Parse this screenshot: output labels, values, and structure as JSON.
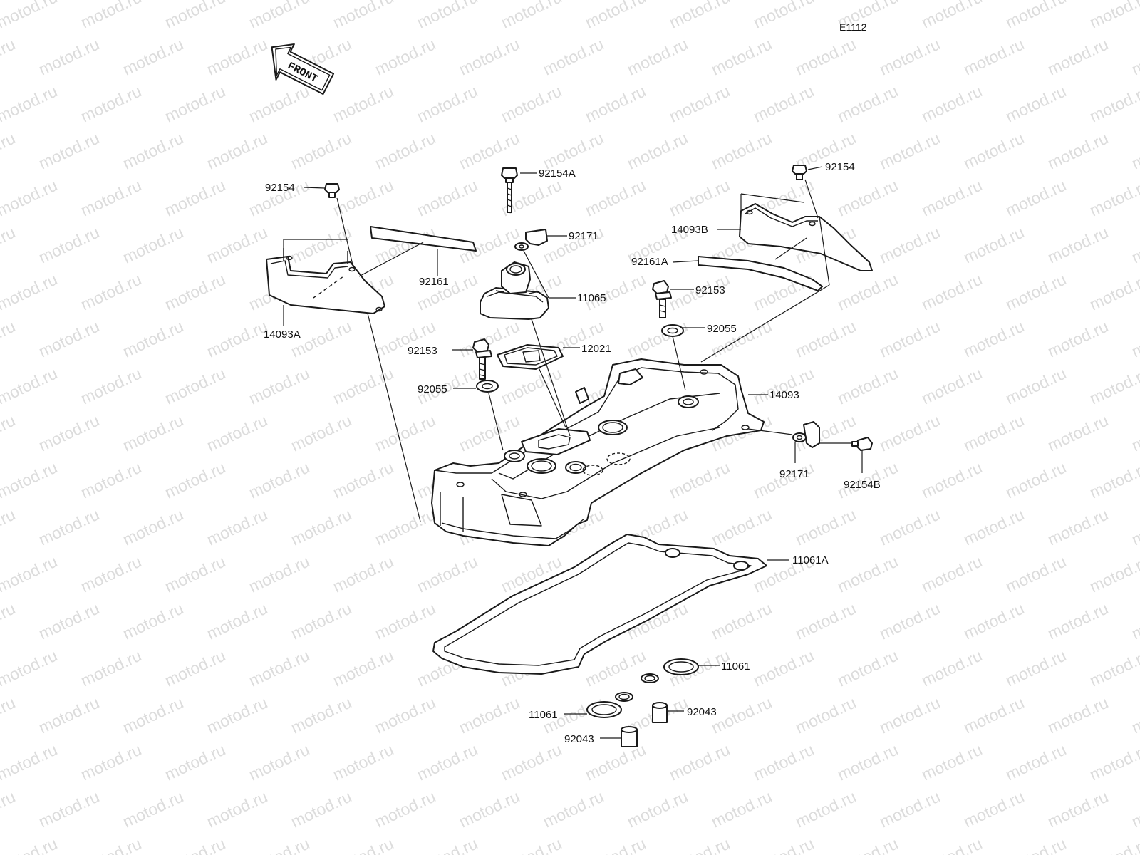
{
  "diagram_code": "E1112",
  "front_label": "FRONT",
  "watermark": "motod.ru",
  "colors": {
    "line": "#1a1a1a",
    "watermark": "#dcdcdc",
    "background": "#ffffff"
  },
  "parts": {
    "bolt_top_left": "92154",
    "bolt_top_right": "92154",
    "bolt_center_top": "92154A",
    "bolt_right_side": "92154B",
    "bracket_top": "92171",
    "bracket_right": "92171",
    "strip_left": "92161",
    "strip_right": "92161A",
    "cover_left": "14093A",
    "cover_right": "14093B",
    "breather": "11065",
    "breather_plate": "12021",
    "bolt_left": "92153",
    "bolt_right": "92153",
    "washer_left": "92055",
    "washer_right": "92055",
    "head_cover": "14093",
    "gasket_main": "11061A",
    "gasket_plug_upper": "11061",
    "gasket_plug_lower": "11061",
    "dowel_upper": "92043",
    "dowel_lower": "92043"
  }
}
